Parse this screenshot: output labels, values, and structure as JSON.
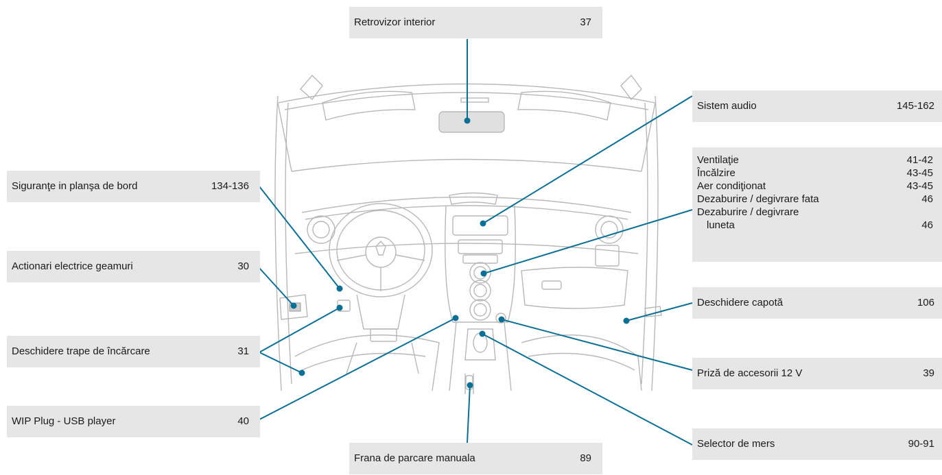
{
  "colors": {
    "callout_line": "#0a6f95",
    "box_fill": "#e6e6e6",
    "sketch": "#b8b8b8"
  },
  "callouts": {
    "mirror": {
      "label": "Retrovizor interior",
      "page": "37"
    },
    "audio": {
      "label": "Sistem audio",
      "page": "145-162"
    },
    "fuses": {
      "label": "Siguranţe in planşa de bord",
      "page": "134-136"
    },
    "windows": {
      "label": "Actionari electrice geamuri",
      "page": "30"
    },
    "charge": {
      "label": "Deschidere trape de încărcare",
      "page": "31"
    },
    "wip": {
      "label": "WIP Plug - USB player",
      "page": "40"
    },
    "handbrake": {
      "label": "Frana de parcare manuala",
      "page": "89"
    },
    "bonnet": {
      "label": "Deschidere capotă",
      "page": "106"
    },
    "socket": {
      "label": "Priză de accesorii 12 V",
      "page": "39"
    },
    "gear": {
      "label": "Selector de mers",
      "page": "90-91"
    }
  },
  "climate": {
    "items": [
      {
        "label": "Ventilaţie",
        "page": "41-42"
      },
      {
        "label": "Încălzire",
        "page": "43-45"
      },
      {
        "label": "Aer condiţionat",
        "page": "43-45"
      },
      {
        "label": "Dezaburire / degivrare fata",
        "page": "46"
      },
      {
        "label": "Dezaburire / degivrare",
        "cont": "luneta",
        "page": "46"
      }
    ]
  }
}
